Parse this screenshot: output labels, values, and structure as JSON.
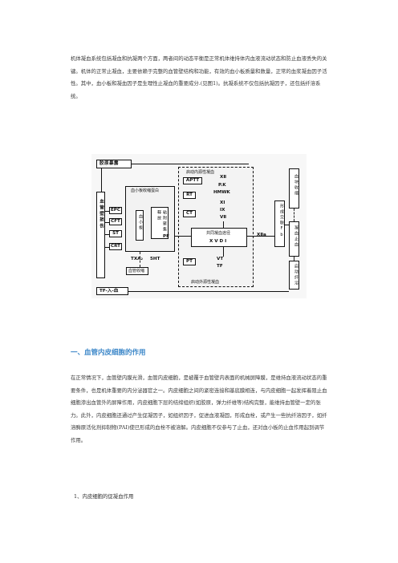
{
  "paragraph1": "机体凝血系统包括凝血和抗凝两个方面，两者间的动态平衡是正常机体维持体内血液流动状态和防止血液丢失的关键。机体的正常止凝血，主要依赖于完整的血管壁结构和功能，有效的血小板质量和数量，正常的血浆凝血因子活性。其中，血小板和凝血因子是生理性止凝血的重要成分.(见图1)。抗凝系统不仅包括抗凝因子，还包括纤溶系统。",
  "diagram": {
    "collagen": "胶原暴露",
    "vessel_wall": "血管壁损伤",
    "epc": "EPC",
    "cft": "CFT",
    "st": "ST",
    "crt": "CRT",
    "platelet_group": "血小板收缩蛋白",
    "platelet": "血小板",
    "adhesion": "粘附聚集释放",
    "pf": "PF",
    "txa": "TXA₂",
    "sht": "5HT",
    "vessel_contract": "血管收缩",
    "tpa": "TF-入-血",
    "intrinsic_top": "启动内源性凝血",
    "aptt": "APTT",
    "rt": "RT",
    "ct": "CT",
    "pt": "PT",
    "factors_xii": "XⅡ",
    "factors_pk": "P.K",
    "factors_hmwk": "HMWK",
    "factors_xi": "XⅠ",
    "factors_ix": "ⅠX",
    "factors_viii": "VⅡ",
    "common_path": "共同凝血途径",
    "xvdi": "X V D Ⅰ",
    "vt": "VT",
    "tf": "TF",
    "extrinsic_bottom": "启动外源性凝血",
    "xiia": "XⅡa",
    "fibrin": "形成交联Fb",
    "clot_contract": "血块收缩",
    "stop_bleed": "凝血止血",
    "fibrinolysis": "启动纤溶"
  },
  "heading": "一、血管内皮细胞的作用",
  "paragraph2": "在正常情况下，血管壁内膜光滑，血管内皮细胞，是被覆于血管壁内表面的机械屏障膜，是维持血液流动状态的重要条件，也是机体重要的内分泌器官之一。内皮细胞之间的紧密连接和基底膜相连，与内皮细胞一起发挥着阻止血细胞渗出血管外的屏障作用，内皮细胞下层的结缔组织(如胶原，弹力纤维等)结构完整，能维持血管壁一定的张力。此外，内皮细胞还通过产生促凝因子，如组织因子，促进血液凝固，形成血栓，或产生一些抗纤溶因子，如纤溶酶原活化剂抑制物(PAI)使已形成的血栓不被溶解。内皮细胞不仅参与了止血，还对血小板的止血作用起到调节作用。",
  "subheading": "1、内皮细胞的促凝血作用"
}
